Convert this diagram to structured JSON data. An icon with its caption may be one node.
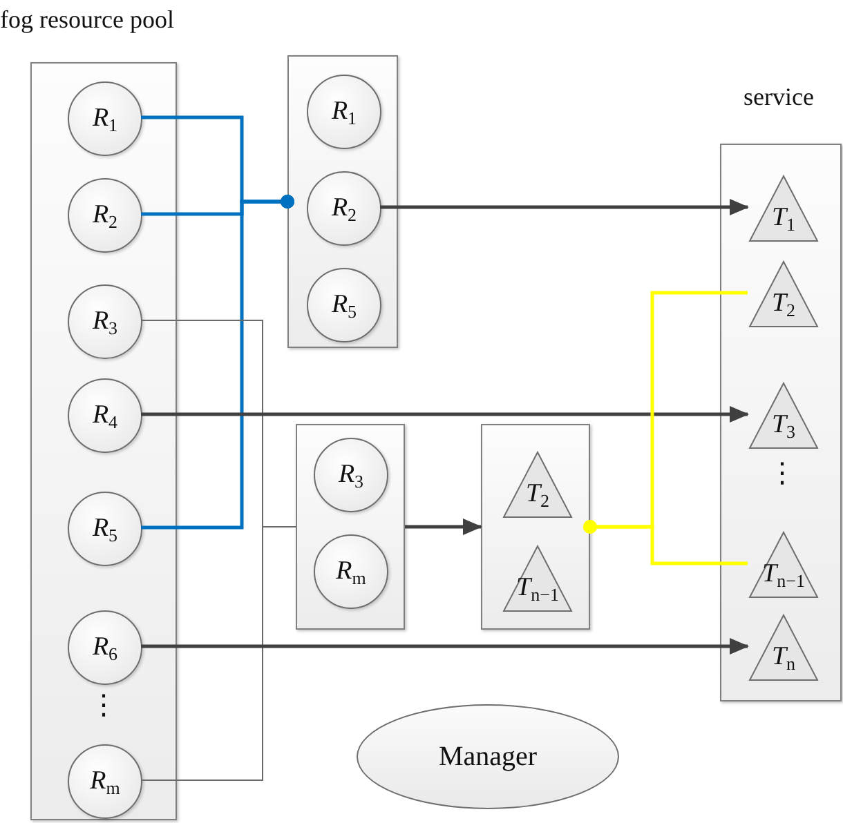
{
  "diagram": {
    "nodes": [
      {
        "text": [
          "fog resource pool"
        ]
      },
      {
        "text": [
          "*R*$_{1}$"
        ],
        "in": 0
      },
      {
        "text": [
          "*R*$_{2}$"
        ],
        "in": 0
      },
      {
        "text": [
          "*R*$_{3}$"
        ],
        "in": 0
      },
      {
        "text": [
          "*R*$_{4}$"
        ],
        "in": 0
      },
      {
        "text": [
          "*R*$_{5}$"
        ],
        "in": 0
      },
      {
        "text": [
          "*R*$_{6}$"
        ],
        "in": 0
      },
      {
        "text": [
          "*R*$_{m}$"
        ],
        "in": 0
      },
      {
        "text": [],
        "shape": "box"
      },
      {
        "text": [
          "*R*$_{1}$"
        ],
        "in": 8
      },
      {
        "text": [
          "*R*$_{2}$"
        ],
        "in": 8
      },
      {
        "text": [
          "*R*$_{5}$"
        ],
        "in": 8
      },
      {
        "text": [],
        "shape": "box"
      },
      {
        "text": [
          "*R*$_{3}$"
        ],
        "in": 12
      },
      {
        "text": [
          "*R*$_{m}$"
        ],
        "in": 12
      },
      {
        "text": [],
        "shape": "box"
      },
      {
        "text": [
          "*T*$_{2}$"
        ],
        "in": 15
      },
      {
        "text": [
          "*T*$_{n−1}$"
        ],
        "in": 15
      },
      {
        "text": [
          "service"
        ]
      },
      {
        "text": [
          "*T*$_{1}$"
        ],
        "in": 18
      },
      {
        "text": [
          "*T*$_{2}$"
        ],
        "in": 18
      },
      {
        "text": [
          "*T*$_{3}$"
        ],
        "in": 18
      },
      {
        "text": [
          "*T*$_{n−1}$"
        ],
        "in": 18
      },
      {
        "text": [
          "*T*$_{n}$"
        ],
        "in": 18
      },
      {
        "text": [
          "Manager"
        ]
      }
    ],
    "edges": [
      {
        "from": 8,
        "to": 1,
        "arrow": "other",
        "color": "#0070c0"
      },
      {
        "from": 8,
        "to": 2,
        "arrow": "other",
        "color": "#0070c0"
      },
      {
        "from": 8,
        "to": 5,
        "arrow": "other",
        "color": "#0070c0"
      },
      {
        "from": 3,
        "to": 12,
        "arrow": "none"
      },
      {
        "from": 7,
        "to": 12,
        "arrow": "none"
      },
      {
        "from": 10,
        "to": 19,
        "arrow": "to"
      },
      {
        "from": 4,
        "to": 21,
        "arrow": "to"
      },
      {
        "from": 6,
        "to": 23,
        "arrow": "to"
      },
      {
        "from": 12,
        "to": 15,
        "arrow": "to"
      },
      {
        "from": 15,
        "to": 20,
        "arrow": "other",
        "color": "#ffff00"
      },
      {
        "from": 15,
        "to": 22,
        "arrow": "other",
        "color": "#ffff00"
      }
    ],
    "labels": [
      "⋮",
      "⋮"
    ]
  }
}
